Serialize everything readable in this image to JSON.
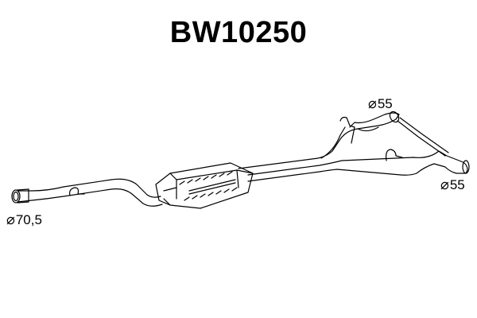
{
  "title": "BW10250",
  "dimensions": {
    "inlet": {
      "symbol": "⌀",
      "value": "70,5"
    },
    "outlet_upper": {
      "symbol": "⌀",
      "value": "55"
    },
    "outlet_lower": {
      "symbol": "⌀",
      "value": "55"
    }
  },
  "colors": {
    "stroke": "#000000",
    "fill": "#ffffff",
    "background": "#ffffff"
  }
}
